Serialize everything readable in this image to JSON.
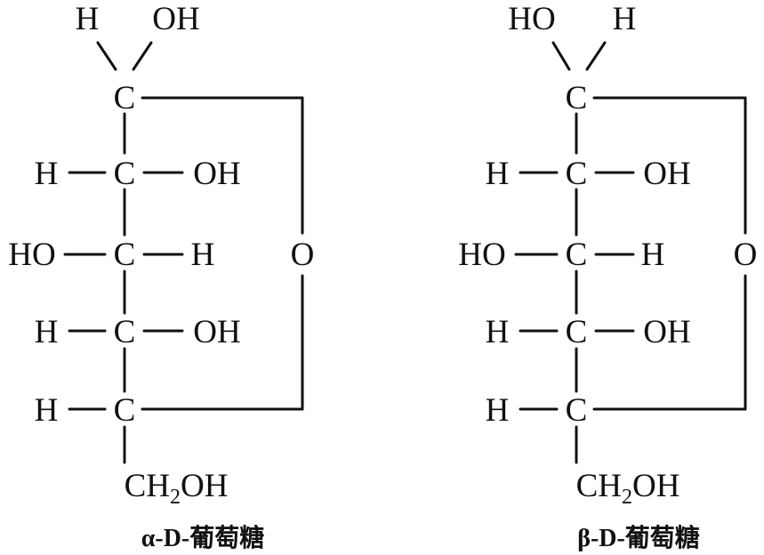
{
  "labels": {
    "H": "H",
    "OH": "OH",
    "HO": "HO",
    "C": "C",
    "O": "O",
    "CH": "CH",
    "two": "2"
  },
  "alpha": {
    "caption": "α-D-葡萄糖"
  },
  "beta": {
    "caption": "β-D-葡萄糖"
  }
}
